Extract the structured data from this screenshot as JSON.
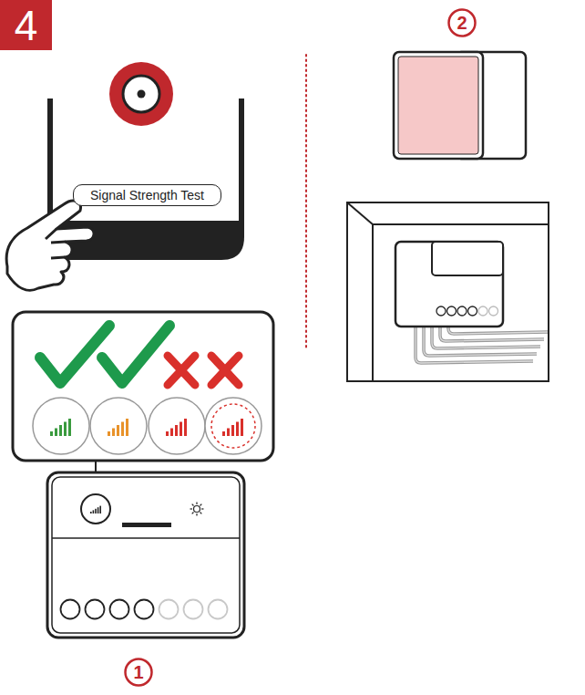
{
  "diagram": {
    "nodes": [
      {
        "text": [
          "4"
        ]
      },
      {
        "text": [
          "2"
        ]
      },
      {
        "text": [
          "Signal Strength Test"
        ]
      },
      {
        "text": [
          "1"
        ]
      }
    ]
  }
}
